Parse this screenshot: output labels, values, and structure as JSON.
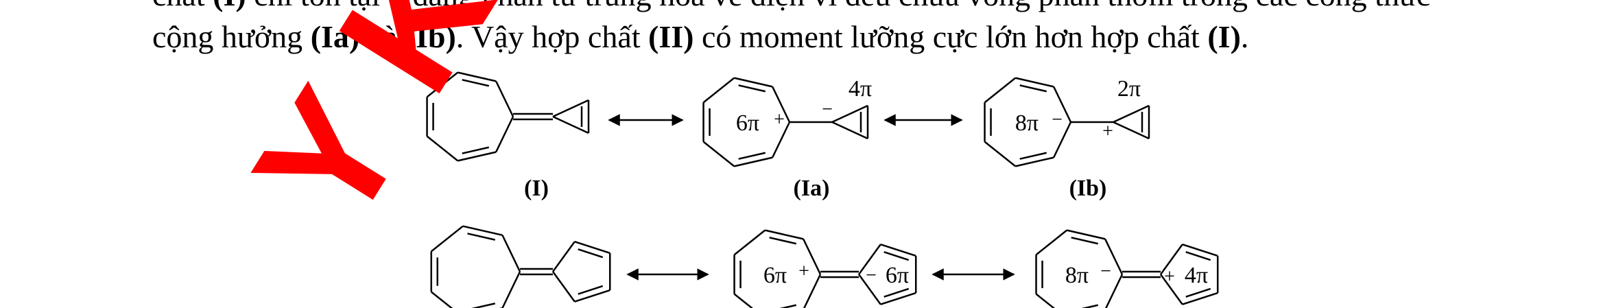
{
  "paragraph": {
    "line1": {
      "a": "chất ",
      "b1": "(I)",
      "c": " chỉ tồn tại ở dạng phân tử trung hoà về điện vì đều chứa vòng phản thơm trong các công thức"
    },
    "line2": {
      "a": "cộng hưởng ",
      "b1": "(Ia)",
      "c": " và ",
      "b2": "(Ib)",
      "d": ". Vậy hợp chất ",
      "b3": "(II)",
      "e": " có moment lưỡng cực lớn hơn hợp chất ",
      "b4": "(I)",
      "f": "."
    }
  },
  "structures_row1": {
    "labels": [
      "(I)",
      "(Ia)",
      "(Ib)"
    ],
    "ia": {
      "ring_label": "6π",
      "ring_charge": "+",
      "small_label": "4π",
      "small_charge": "−"
    },
    "ib": {
      "ring_label": "8π",
      "ring_charge": "−",
      "small_label": "2π",
      "small_charge": "+"
    }
  },
  "structures_row2": {
    "iia": {
      "ring_label": "6π",
      "ring_charge": "+",
      "penta_charge": "−",
      "penta_label": "6π"
    },
    "iib": {
      "ring_label": "8π",
      "ring_charge": "−",
      "penta_charge": "+",
      "penta_label": "4π"
    }
  },
  "watermark": {
    "text": "Y KÈM",
    "color": "#ff0000"
  }
}
